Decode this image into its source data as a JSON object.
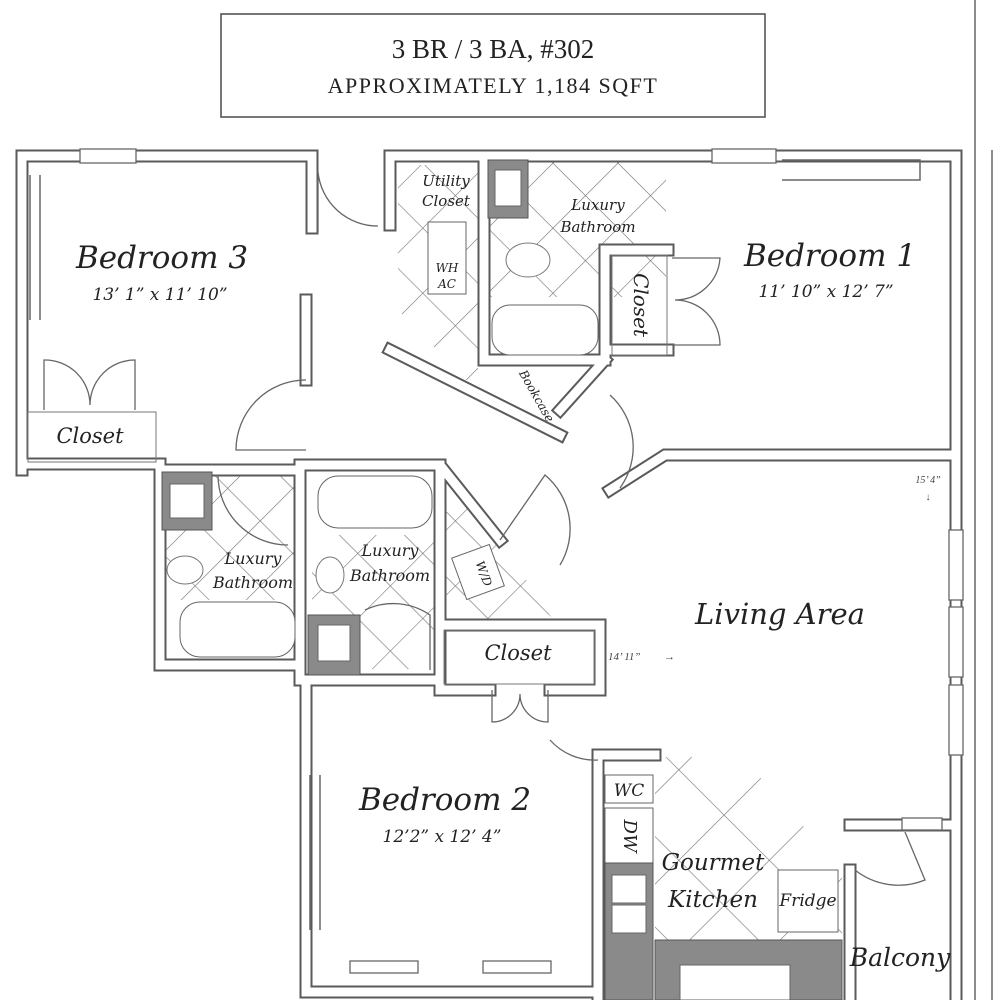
{
  "header": {
    "unit": "3 BR / 3 BA, #302",
    "area": "APPROXIMATELY 1,184 SQFT"
  },
  "rooms": {
    "bedroom3": {
      "name": "Bedroom 3",
      "dims": "13’ 1” x 11’ 10”"
    },
    "bedroom1": {
      "name": "Bedroom 1",
      "dims": "11’ 10” x 12’ 7”"
    },
    "bedroom2": {
      "name": "Bedroom 2",
      "dims": "12’2” x 12’ 4”"
    },
    "living": {
      "name": "Living Area",
      "dim_vertical": "15’ 4”",
      "dim_horizontal": "14’ 11”"
    },
    "kitchen": {
      "line1": "Gourmet",
      "line2": "Kitchen"
    },
    "balcony": "Balcony"
  },
  "labels": {
    "closet_b3": "Closet",
    "closet_b1": "Closet",
    "closet_hall": "Closet",
    "utility_1": "Utility",
    "utility_2": "Closet",
    "wh": "WH",
    "ac": "AC",
    "bath1_1": "Luxury",
    "bath1_2": "Bathroom",
    "bath3_1": "Luxury",
    "bath3_2": "Bathroom",
    "bath2_1": "Luxury",
    "bath2_2": "Bathroom",
    "bookcase": "Bookcase",
    "wd": "W/D",
    "wc": "WC",
    "dw": "DW",
    "fridge": "Fridge"
  }
}
